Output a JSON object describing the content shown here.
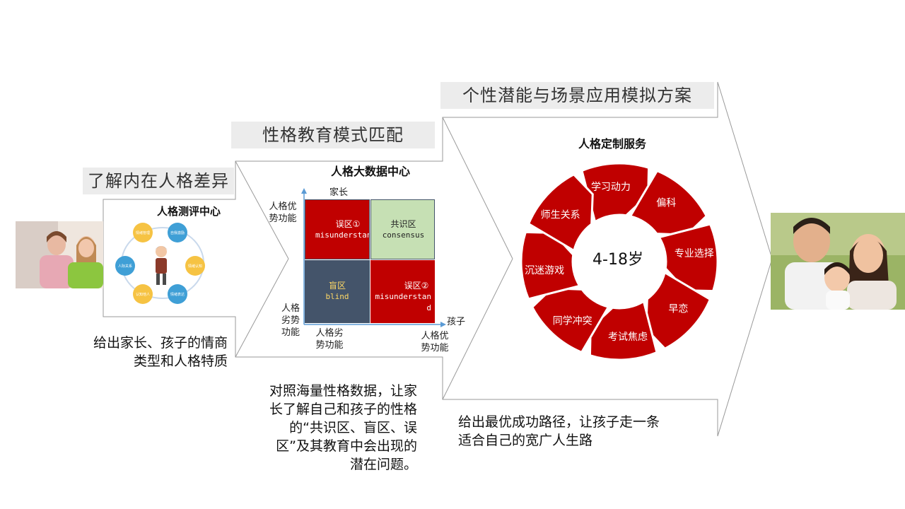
{
  "stage1": {
    "banner": "了解内在人格差异",
    "center_title": "人格测评中心",
    "caption": "给出家长、孩子的情商类型和人格特质",
    "nodes": [
      "情绪管理",
      "自我激励",
      "人际关系",
      "情绪认知",
      "认知他人",
      "情绪表达"
    ]
  },
  "stage2": {
    "banner": "性格教育模式匹配",
    "center_title": "人格大数据中心",
    "axis_y_label": "家长",
    "axis_x_label": "孩子",
    "y_top_label": "人格优势功能",
    "y_bottom_label": "人格劣势功能",
    "x_left_label": "人格劣势功能",
    "x_right_label": "人格优势功能",
    "quadrants": {
      "top_left": {
        "cn": "误区①",
        "en": "misunderstand"
      },
      "top_right": {
        "cn": "共识区",
        "en": "consensus"
      },
      "bottom_left": {
        "cn": "盲区",
        "en": "blind"
      },
      "bottom_right": {
        "cn": "误区②",
        "en": "misunderstand"
      }
    },
    "caption": "对照海量性格数据，让家长了解自己和孩子的性格的“共识区、盲区、误区”及其教育中会出现的潜在问题。"
  },
  "stage3": {
    "banner": "个性潜能与场景应用模拟方案",
    "center_title": "人格定制服务",
    "age_label": "4-18岁",
    "segments": [
      "学习动力",
      "偏科",
      "专业选择",
      "早恋",
      "考试焦虑",
      "同学冲突",
      "沉迷游戏",
      "师生关系"
    ],
    "caption": "给出最优成功路径，让孩子走一条适合自己的宽广人生路"
  },
  "colors": {
    "red": "#c00000",
    "green": "#c6e0b4",
    "slate": "#44546a",
    "banner_bg": "#ececec",
    "arrow_stroke": "#9a9a9a"
  }
}
